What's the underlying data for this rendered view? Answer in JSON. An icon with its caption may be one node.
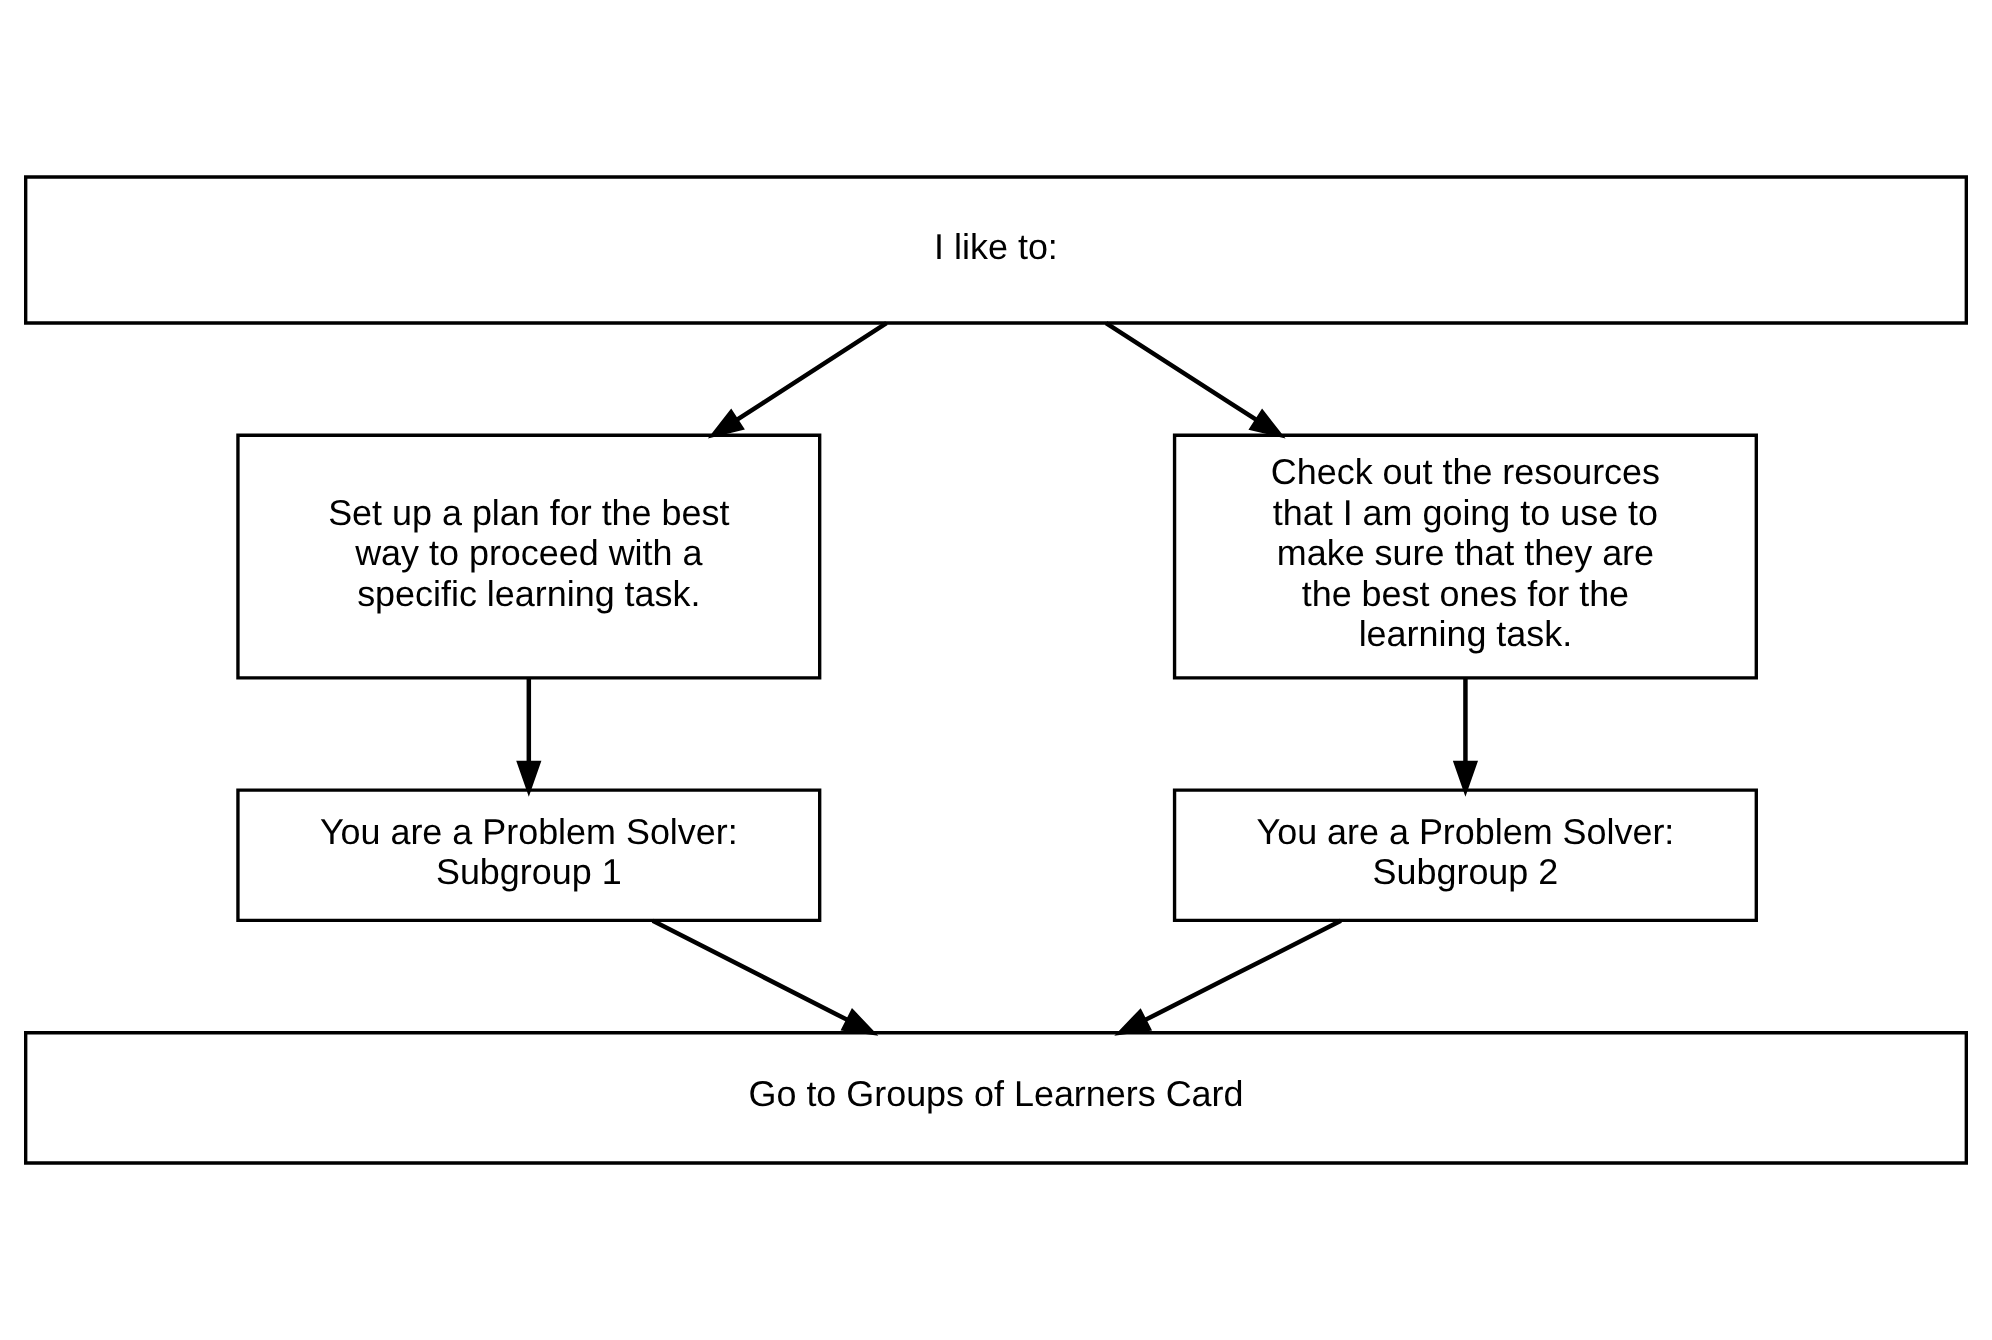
{
  "diagram": {
    "nodes": [
      {
        "text": [
          "I like to:"
        ]
      },
      {
        "text": [
          "Set up a plan for the best way to proceed with a specific learning task."
        ]
      },
      {
        "text": [
          "Check out the resources that I am going to use to make sure that they are the best ones for the learning task."
        ]
      },
      {
        "text": [
          "You are a Problem Solver: Subgroup 1"
        ]
      },
      {
        "text": [
          "You are a Problem Solver: Subgroup 2"
        ]
      },
      {
        "text": [
          "Go to Groups of Learners Card"
        ]
      }
    ],
    "edges": [
      {
        "from": 0,
        "to": 1,
        "arrow": "to"
      },
      {
        "from": 0,
        "to": 2,
        "arrow": "to"
      },
      {
        "from": 1,
        "to": 3,
        "arrow": "to"
      },
      {
        "from": 2,
        "to": 4,
        "arrow": "to"
      },
      {
        "from": 3,
        "to": 5,
        "arrow": "to"
      },
      {
        "from": 4,
        "to": 5,
        "arrow": "to"
      }
    ]
  }
}
